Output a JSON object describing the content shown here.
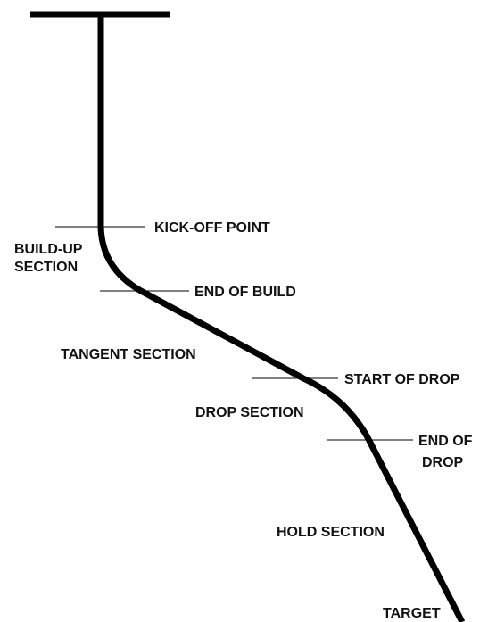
{
  "colors": {
    "background": "#ffffff",
    "stroke": "#000000",
    "text": "#111111"
  },
  "labels": {
    "kick_off_point": "KICK-OFF POINT",
    "build_up_section_line1": "BUILD-UP",
    "build_up_section_line2": "SECTION",
    "end_of_build": "END OF BUILD",
    "tangent_section": "TANGENT SECTION",
    "start_of_drop": "START OF DROP",
    "drop_section": "DROP SECTION",
    "end_of_drop_line1": "END OF",
    "end_of_drop_line2": "DROP",
    "hold_section": "HOLD SECTION",
    "target": "TARGET"
  }
}
